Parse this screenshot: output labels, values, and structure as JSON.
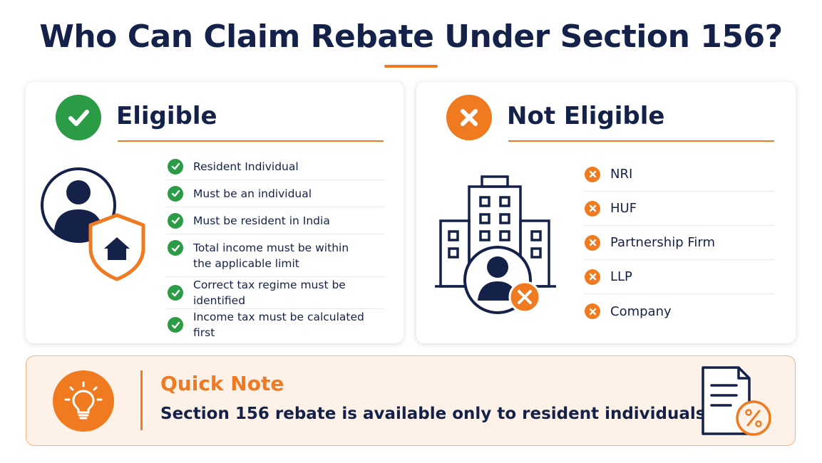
{
  "title": "Who Can Claim Rebate Under Section 156?",
  "colors": {
    "navy": "#14224a",
    "accent": "#f07a20",
    "success": "#2b9b46",
    "note_bg": "#fdf1e8"
  },
  "eligible": {
    "heading": "Eligible",
    "icon": "check-circle-icon",
    "illustration": [
      "user-icon",
      "home-shield-icon"
    ],
    "items": [
      "Resident Individual",
      "Must be an individual",
      "Must be resident in India",
      "Total income must be within the applicable limit",
      "Correct tax regime must be identified",
      "Income tax must be calculated first"
    ]
  },
  "not_eligible": {
    "heading": "Not Eligible",
    "icon": "x-circle-icon",
    "illustration": [
      "building-icon",
      "user-icon",
      "x-circle-icon"
    ],
    "items": [
      "NRI",
      "HUF",
      "Partnership Firm",
      "LLP",
      "Company"
    ]
  },
  "quick_note": {
    "title": "Quick Note",
    "text": "Section 156 rebate is available only to resident individuals.",
    "icons": [
      "lightbulb-icon",
      "tax-document-icon"
    ]
  }
}
